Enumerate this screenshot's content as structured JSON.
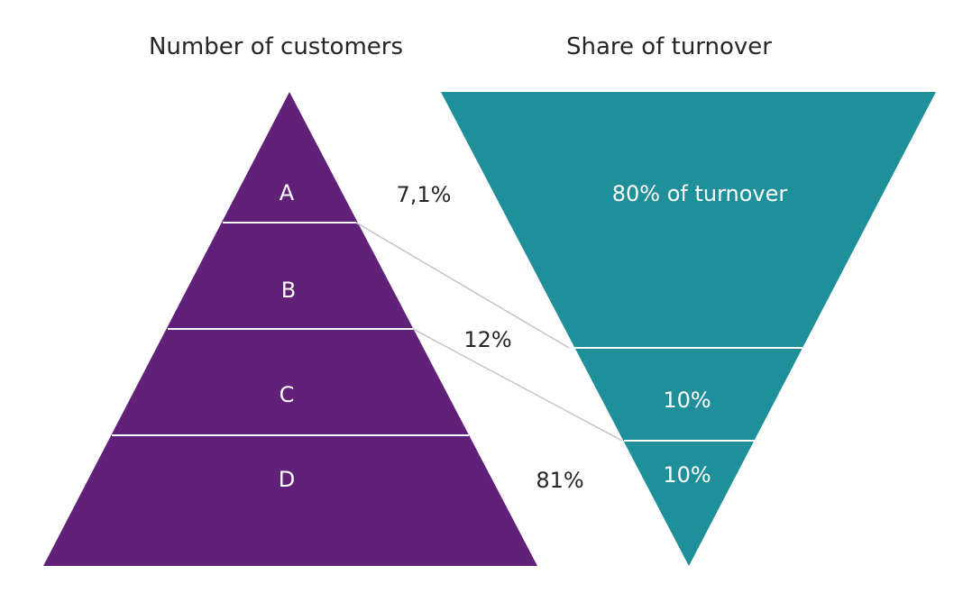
{
  "colors": {
    "pyramid": "#612178",
    "funnel": "#1F8F99",
    "divider": "#FFFFFF",
    "connector": "#C8C8C8",
    "text_dark": "#262626",
    "text_light": "#FFFFFF"
  },
  "titles": {
    "left": "Number of customers",
    "right": "Share of turnover"
  },
  "pyramid": {
    "segments": [
      {
        "label": "A",
        "share": "7,1%"
      },
      {
        "label": "B",
        "share": "12%"
      },
      {
        "label": "C",
        "share": ""
      },
      {
        "label": "D",
        "share": "81%"
      }
    ]
  },
  "funnel": {
    "segments": [
      {
        "label": "80% of turnover"
      },
      {
        "label": "10%"
      },
      {
        "label": "10%"
      }
    ]
  }
}
